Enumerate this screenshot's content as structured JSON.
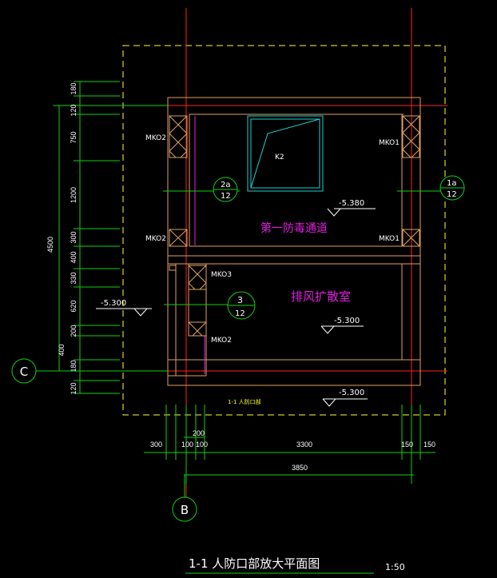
{
  "drawing": {
    "title": "1-1  人防口部放大平面图",
    "scale": "1:50",
    "small_title": "1-1  人防口部"
  },
  "rooms": [
    {
      "id": "room_1",
      "name": "第一防毒通道"
    },
    {
      "id": "room_2",
      "name": "排风扩散室"
    }
  ],
  "equipment": [
    {
      "id": "k2",
      "label": "K2"
    }
  ],
  "wall_openings": [
    {
      "id": "mko2_top",
      "label": "MKO2"
    },
    {
      "id": "mko1_top",
      "label": "MKO1"
    },
    {
      "id": "mko2_mid",
      "label": "MKO2"
    },
    {
      "id": "mko1_mid",
      "label": "MKO1"
    },
    {
      "id": "mko3",
      "label": "MKO3"
    },
    {
      "id": "mko2_low",
      "label": "MKO2"
    }
  ],
  "elevations": [
    {
      "id": "elev_1",
      "value": "-5.380"
    },
    {
      "id": "elev_2",
      "value": "-5.300"
    },
    {
      "id": "elev_3",
      "value": "-5.300"
    },
    {
      "id": "elev_4",
      "value": "-5.300"
    }
  ],
  "section_markers": [
    {
      "id": "sec_2a",
      "top": "2a",
      "bottom": "12"
    },
    {
      "id": "sec_1a",
      "top": "1a",
      "bottom": "12"
    },
    {
      "id": "sec_3",
      "top": "3",
      "bottom": "12"
    }
  ],
  "axes": [
    {
      "id": "axis_c",
      "label": "C"
    },
    {
      "id": "axis_b",
      "label": "B"
    }
  ],
  "dimensions": {
    "vertical_total": "4500",
    "vertical_sub": "400",
    "vertical_segments": [
      "180",
      "120",
      "750",
      "1200",
      "300",
      "400",
      "330",
      "620",
      "200",
      "180",
      "120"
    ],
    "horizontal_segments": [
      "300",
      "100",
      "100",
      "3300",
      "150",
      "150"
    ],
    "horizontal_upper": "200",
    "horizontal_total": "3850"
  },
  "colors": {
    "background": "#000000",
    "axis_line": "#ff2020",
    "wall": "#e0a060",
    "dimension": "#10d010",
    "dashed_border": "#ffff30",
    "room_text": "#e020e0",
    "label_text": "#ffffff",
    "equipment": "#20d0d0"
  }
}
